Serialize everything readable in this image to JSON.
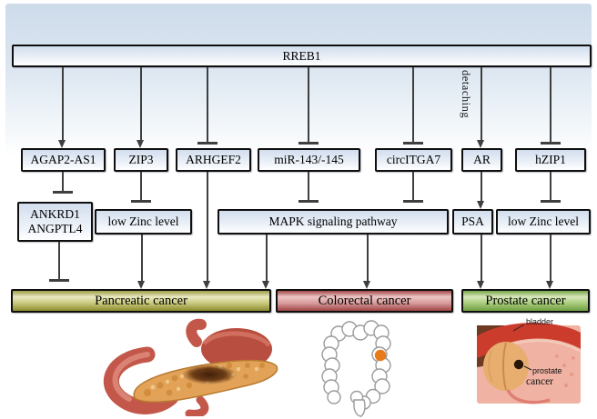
{
  "palette": {
    "background_top_blue": "#cddbea",
    "node_fill_top": "#d2deee",
    "node_border": "#0f0f0f",
    "connector_color": "#3f3f3f",
    "pancreatic_box_dark": "#8b8b2d",
    "pancreatic_box_light": "#e9e9c0",
    "colorectal_box_dark": "#9e4343",
    "colorectal_box_light": "#ecc6c6",
    "prostate_box_dark": "#6f9f42",
    "prostate_box_light": "#d8e8bc",
    "colon_tumor_dot": "#e87a18"
  },
  "diagram": {
    "root": {
      "label": "RREB1"
    },
    "detaching_label": "detaching",
    "regulators": [
      {
        "label": "AGAP2-AS1"
      },
      {
        "label": "ZIP3"
      },
      {
        "label": "ARHGEF2"
      },
      {
        "label": "miR-143/-145"
      },
      {
        "label": "circITGA7"
      },
      {
        "label": "AR"
      },
      {
        "label": "hZIP1"
      }
    ],
    "mediators": [
      {
        "lines": [
          "ANKRD1",
          "ANGPTL4"
        ]
      },
      {
        "label": "low Zinc level"
      },
      {
        "label": "MAPK signaling pathway"
      },
      {
        "label": "PSA"
      },
      {
        "label": "low Zinc level"
      }
    ],
    "cancers": [
      {
        "label": "Pancreatic cancer"
      },
      {
        "label": "Colorectal cancer"
      },
      {
        "label": "Prostate cancer"
      }
    ],
    "edges": [
      {
        "from": "RREB1",
        "to": "AGAP2-AS1",
        "type": "activates"
      },
      {
        "from": "RREB1",
        "to": "ZIP3",
        "type": "activates"
      },
      {
        "from": "RREB1",
        "to": "ARHGEF2",
        "type": "inhibits"
      },
      {
        "from": "RREB1",
        "to": "miR-143/-145",
        "type": "inhibits"
      },
      {
        "from": "RREB1",
        "to": "circITGA7",
        "type": "inhibits"
      },
      {
        "from": "RREB1",
        "to": "AR",
        "type": "activates",
        "label": "detaching"
      },
      {
        "from": "RREB1",
        "to": "hZIP1",
        "type": "inhibits"
      },
      {
        "from": "AGAP2-AS1",
        "to": "ANKRD1/ANGPTL4",
        "type": "inhibits"
      },
      {
        "from": "ZIP3",
        "to": "low Zinc level",
        "type": "inhibits"
      },
      {
        "from": "ARHGEF2",
        "to": "Pancreatic cancer",
        "type": "activates"
      },
      {
        "from": "miR-143/-145",
        "to": "MAPK signaling pathway",
        "type": "inhibits"
      },
      {
        "from": "circITGA7",
        "to": "MAPK signaling pathway",
        "type": "inhibits"
      },
      {
        "from": "AR",
        "to": "PSA",
        "type": "activates"
      },
      {
        "from": "hZIP1",
        "to": "low Zinc level",
        "type": "inhibits"
      },
      {
        "from": "ANKRD1/ANGPTL4",
        "to": "Pancreatic cancer",
        "type": "inhibits"
      },
      {
        "from": "low Zinc level",
        "to": "Pancreatic cancer",
        "type": "activates"
      },
      {
        "from": "MAPK signaling pathway",
        "to": "Pancreatic cancer",
        "type": "activates"
      },
      {
        "from": "MAPK signaling pathway",
        "to": "Colorectal cancer",
        "type": "activates"
      },
      {
        "from": "PSA",
        "to": "Prostate cancer",
        "type": "activates"
      },
      {
        "from": "low Zinc level",
        "to": "Prostate cancer",
        "type": "activates"
      }
    ],
    "illustrations": {
      "prostate": {
        "bladder_label": "bladder",
        "cancer_label_line1": "prostate",
        "cancer_label_line2": "cancer"
      }
    }
  }
}
